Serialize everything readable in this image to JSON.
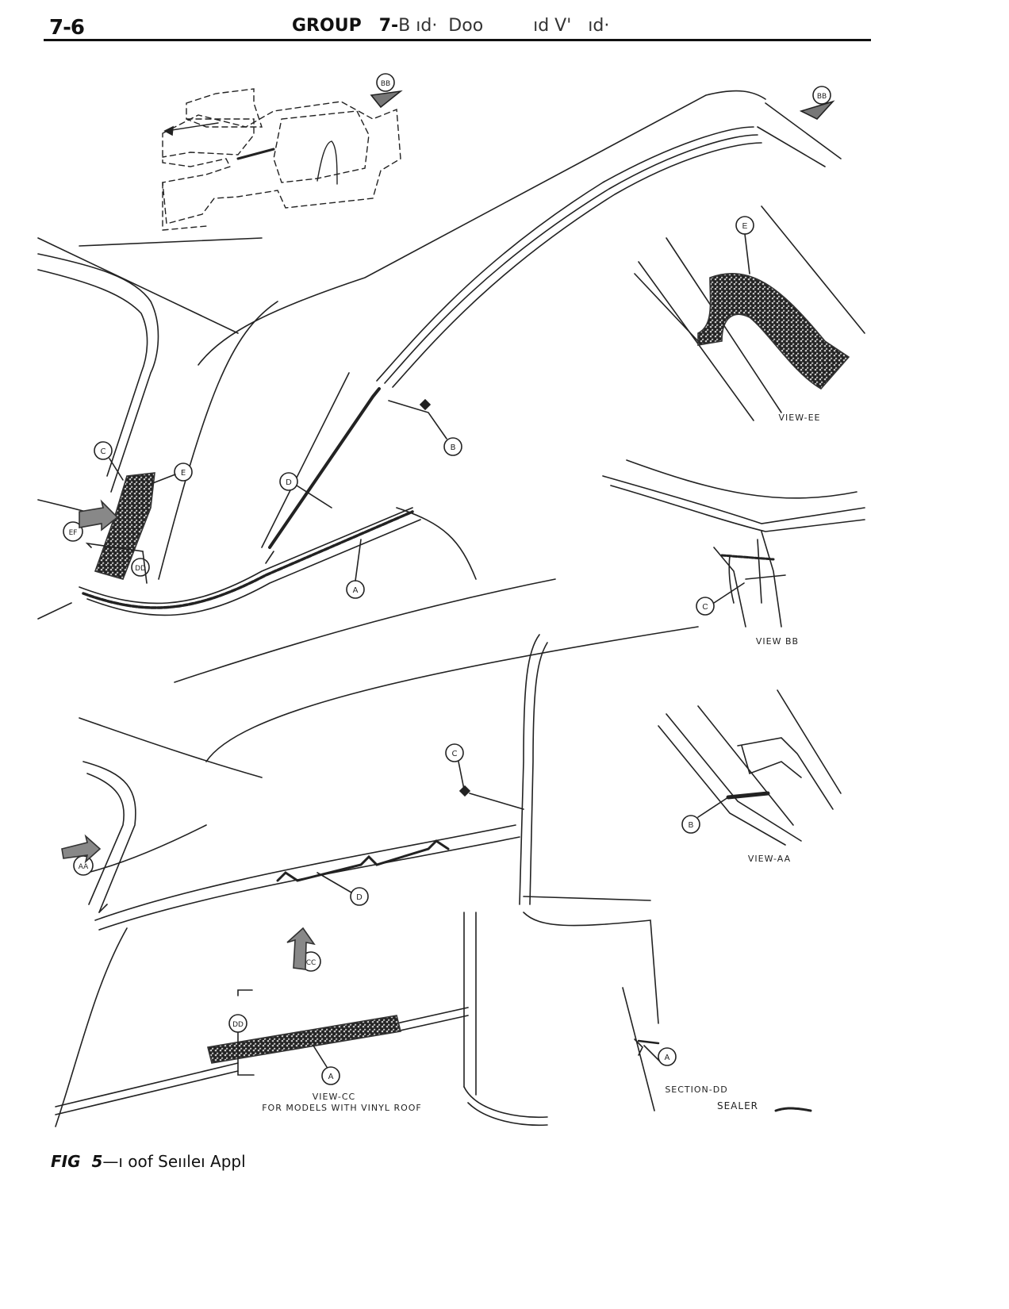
{
  "header": {
    "page_number": "7-6",
    "group_label": "GROUP",
    "group_number": "7-",
    "group_rest": "B ıd·  Doo         ıd V'   ıd·"
  },
  "figure": {
    "callouts": {
      "bb_top_left": "BB",
      "bb_top_right": "BB",
      "ee_e": "E",
      "b_main": "B",
      "c_left": "C",
      "e_left": "E",
      "d_main": "D",
      "ef": "EF",
      "dd_top": "DD",
      "a_main": "A",
      "c_viewbb": "C",
      "c_lower": "C",
      "b_viewaa": "B",
      "aa": "AA",
      "d_lower": "D",
      "cc": "CC",
      "dd_lower": "DD",
      "a_viewcc": "A",
      "a_section": "A"
    },
    "labels": {
      "view_ee": "VIEW-EE",
      "view_bb": "VIEW BB",
      "view_aa": "VIEW-AA",
      "view_cc": "VIEW-CC",
      "vinyl_note": "FOR MODELS WITH VINYL ROOF",
      "section_dd": "SECTION-DD",
      "sealer": "SEALER"
    }
  },
  "caption": {
    "fig_label": "FIG  5",
    "dash": "—",
    "text": "ı oof Seıılеı Appl"
  }
}
